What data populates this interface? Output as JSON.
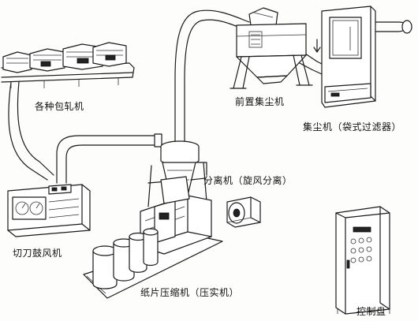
{
  "labels": {
    "rollers": "各种包轧机",
    "pre_collector": "前置集尘机",
    "dust_collector": "集尘机（袋式过滤器）",
    "cutter_blower": "切刀鼓风机",
    "separator": "分离机（旋风分离）",
    "compressor": "纸片压缩机（压实机）",
    "control_panel": "控制盘"
  }
}
